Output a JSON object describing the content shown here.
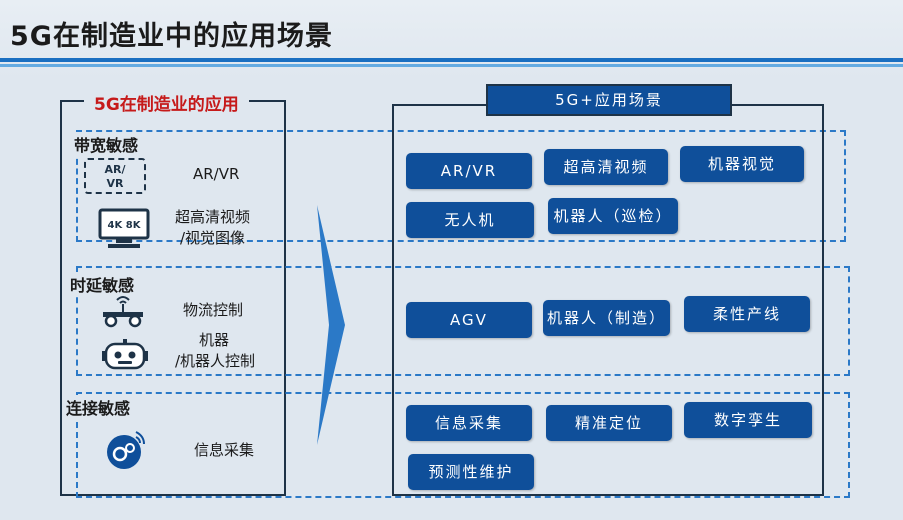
{
  "header": {
    "title": "5G在制造业中的应用场景"
  },
  "left_panel": {
    "title": "5G在制造业的应用",
    "sections": [
      {
        "label": "带宽敏感",
        "items": [
          {
            "text": "AR/VR",
            "icon": "ar-vr-headset-icon",
            "icon_text": [
              "AR/",
              "VR"
            ]
          },
          {
            "text_lines": [
              "超高清视频",
              "/视觉图像"
            ],
            "icon": "4k-8k-monitor-icon",
            "icon_text": "4K 8K"
          }
        ]
      },
      {
        "label": "时延敏感",
        "items": [
          {
            "text": "物流控制",
            "icon": "agv-vehicle-icon"
          },
          {
            "text_lines": [
              "机器",
              "/机器人控制"
            ],
            "icon": "robot-icon"
          }
        ]
      },
      {
        "label": "连接敏感",
        "items": [
          {
            "text": "信息采集",
            "icon": "gear-signal-icon"
          }
        ]
      }
    ]
  },
  "right_panel": {
    "title": "5G+应用场景",
    "groups": [
      [
        "AR/VR",
        "超高清视频",
        "机器视觉",
        "无人机",
        "机器人（巡检）"
      ],
      [
        "AGV",
        "机器人（制造）",
        "柔性产线"
      ],
      [
        "信息采集",
        "精准定位",
        "数字孪生",
        "预测性维护"
      ]
    ]
  },
  "colors": {
    "accent_blue": "#0f4f9a",
    "dashed_blue": "#2b79c7",
    "title_red": "#c61a1a"
  }
}
